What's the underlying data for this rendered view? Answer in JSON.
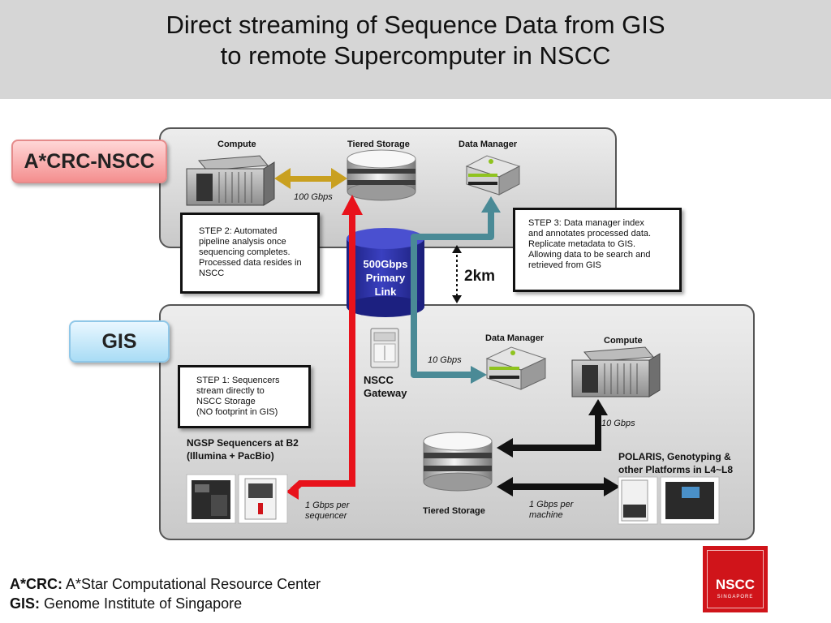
{
  "title": {
    "line1": "Direct streaming of Sequence Data from GIS",
    "line2": "to remote Supercomputer in NSCC"
  },
  "regions": {
    "nscc_tag": "A*CRC-NSCC",
    "gis_tag": "GIS"
  },
  "nscc_site": {
    "compute": "Compute",
    "tiered_storage": "Tiered Storage",
    "data_manager": "Data Manager",
    "link_speed": "100 Gbps"
  },
  "steps": {
    "step2": [
      "STEP 2: Automated",
      "pipeline analysis once",
      "sequencing completes.",
      "Processed data resides in",
      "NSCC"
    ],
    "step3": [
      "STEP 3: Data manager index",
      "and annotates processed data.",
      "Replicate metadata to GIS.",
      "Allowing data to be search and",
      "retrieved from GIS"
    ],
    "step1": [
      "STEP 1: Sequencers",
      "stream directly to",
      "NSCC Storage",
      "(NO footprint in GIS)"
    ]
  },
  "primary_link": [
    "500Gbps",
    "Primary",
    "Link"
  ],
  "distance": "2km",
  "gis_site": {
    "data_manager": "Data Manager",
    "compute": "Compute",
    "gateway": [
      "NSCC",
      "Gateway"
    ],
    "dm_link": "10 Gbps",
    "compute_link": "10 Gbps",
    "sequencers": [
      "NGSP Sequencers at B2",
      "(Illumina + PacBio)"
    ],
    "seq_link": [
      "1 Gbps per",
      "sequencer"
    ],
    "tiered_storage": "Tiered Storage",
    "machine_link": [
      "1 Gbps per",
      "machine"
    ],
    "polaris": [
      "POLARIS, Genotyping &",
      "other Platforms in L4~L8"
    ]
  },
  "footer": {
    "crc_key": "A*CRC:",
    "crc_val": " A*Star Computational Resource Center",
    "gis_key": "GIS:",
    "gis_val": " Genome Institute of Singapore"
  },
  "logo": {
    "text": "NSCC",
    "sub": "SINGAPORE"
  },
  "colors": {
    "red": "#e8121b",
    "teal": "#4a8a96",
    "gold": "#c9a020",
    "blue": "#2a2f9a",
    "logo": "#d0141a"
  },
  "icons": [
    "server-icon",
    "storage-cylinder-icon",
    "data-manager-icon",
    "gateway-server-icon",
    "sequencer-icon"
  ]
}
